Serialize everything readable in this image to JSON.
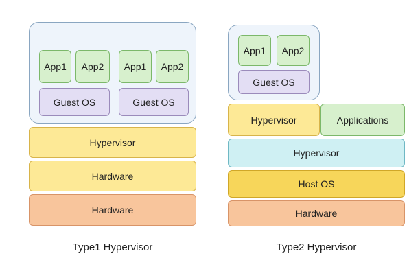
{
  "type1": {
    "caption": "Type1 Hypervisor",
    "vm1": {
      "app1": "App1",
      "app2": "App2",
      "guest_os": "Guest OS"
    },
    "vm2": {
      "app1": "App1",
      "app2": "App2",
      "guest_os": "Guest OS"
    },
    "hypervisor": "Hypervisor",
    "hardware_upper": "Hardware",
    "hardware_lower": "Hardware"
  },
  "type2": {
    "caption": "Type2 Hypervisor",
    "vm": {
      "app1": "App1",
      "app2": "App2",
      "guest_os": "Guest OS"
    },
    "hypervisor_small": "Hypervisor",
    "applications": "Applications",
    "hypervisor": "Hypervisor",
    "host_os": "Host OS",
    "hardware": "Hardware"
  },
  "colors": {
    "vm_group_fill": "#eef4fb",
    "app_fill": "#d7f0cd",
    "guest_os_fill": "#e3def4",
    "hypervisor_fill": "#fde996",
    "hypervisor_cyan_fill": "#cff0f3",
    "host_os_fill": "#f7d65a",
    "hardware_fill": "#f8c59c"
  }
}
